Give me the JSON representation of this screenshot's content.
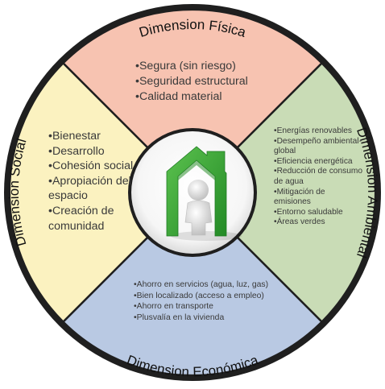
{
  "diagram": {
    "sections": {
      "top": {
        "title": "Dimension Física",
        "items": [
          "•Segura (sin riesgo)",
          "•Seguridad estructural",
          "•Calidad material"
        ],
        "color": "#f7c3b1"
      },
      "left": {
        "title": "Dimension Social",
        "items": [
          "•Bienestar",
          "•Desarrollo",
          "•Cohesión social",
          "•Apropiación del espacio",
          "•Creación de comunidad"
        ],
        "color": "#fbf2c0"
      },
      "right": {
        "title": "Dimension Ambiental",
        "items": [
          "•Energías renovables",
          "•Desempeño ambiental-global",
          "•Eficiencia energética",
          "•Reducción de consumo de agua",
          "•Mitigación de emisiones",
          "•Entorno saludable",
          "•Áreas verdes"
        ],
        "color": "#c9dcb6"
      },
      "bottom": {
        "title": "Dimension Económica",
        "items": [
          "•Ahorro en servicios (agua, luz, gas)",
          "•Bien localizado (acceso a empleo)",
          "•Ahorro en transporte",
          "•Plusvalía en la vivienda"
        ],
        "color": "#b9c9e3"
      }
    },
    "center_icon": "house-with-person-icon",
    "colors": {
      "outline": "#1a1a1a",
      "text": "#3a3a3a",
      "title_text": "#111111",
      "house_green": "#3daa3a",
      "figure_gray": "#e6e6e6"
    }
  }
}
